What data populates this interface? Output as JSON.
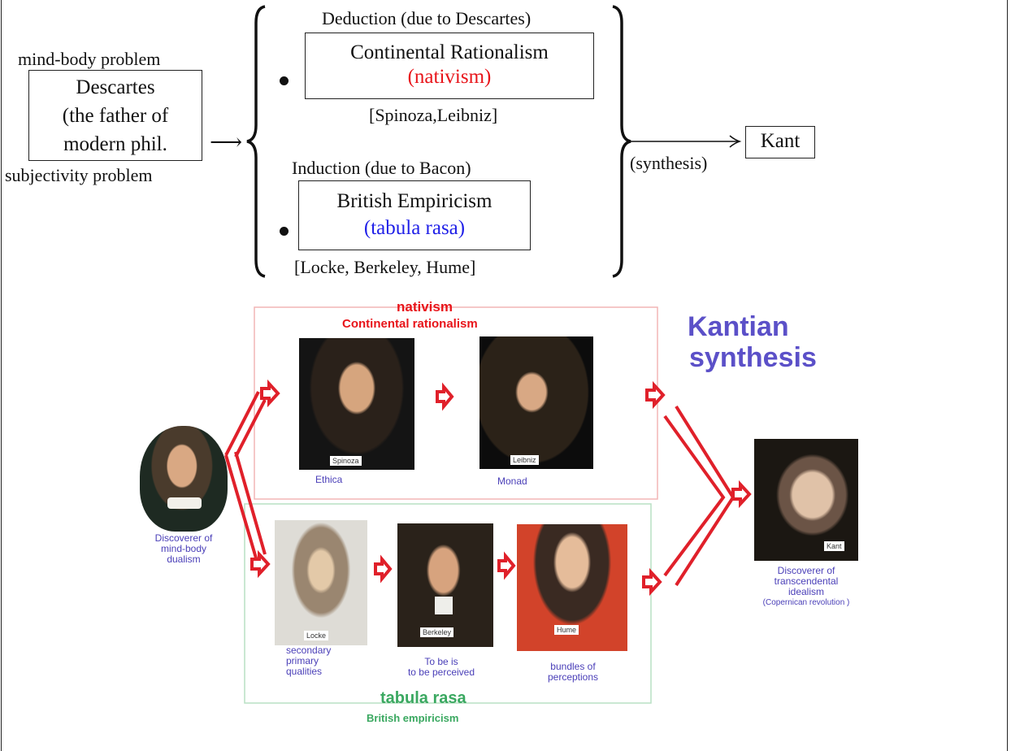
{
  "top": {
    "descartes": {
      "above": "mind-body problem",
      "lines": [
        "Descartes",
        "(the father of",
        "modern phil."
      ],
      "below": "subjectivity problem"
    },
    "arrow_right": "⟶",
    "rationalism": {
      "header": "Deduction (due to Descartes)",
      "title": "Continental Rationalism",
      "sub": "(nativism)",
      "footer": "[Spinoza,Leibniz]"
    },
    "empiricism": {
      "header": "Induction (due to Bacon)",
      "title": "British Empiricism",
      "sub": "(tabula rasa)",
      "footer": "[Locke, Berkeley, Hume]"
    },
    "synthesis_label": "(synthesis)",
    "kant": "Kant"
  },
  "figure": {
    "nativism_title": "nativism",
    "nativism_sub": "Continental rationalism",
    "kantian_title": "Kantian",
    "kantian_sub": "synthesis",
    "tabula_title": "tabula rasa",
    "tabula_sub": "British empiricism",
    "descartes_caption": [
      "Discoverer of",
      "mind-body",
      "dualism"
    ],
    "spinoza": {
      "tag": "Spinoza",
      "caption": "Ethica"
    },
    "leibniz": {
      "tag": "Leibniz",
      "caption": "Monad"
    },
    "locke": {
      "tag": "Locke",
      "caption": [
        "secondary",
        "primary",
        "qualities"
      ]
    },
    "berkeley": {
      "tag": "Berkeley",
      "caption": [
        "To be is",
        "to be perceived"
      ]
    },
    "hume": {
      "tag": "Hume",
      "caption": [
        "bundles of",
        "perceptions"
      ]
    },
    "kant": {
      "tag": "Kant",
      "caption": [
        "Discoverer of",
        "transcendental",
        "idealism",
        "(Copernican revolution )"
      ]
    }
  },
  "colors": {
    "red": "#e8141a",
    "blue": "#1f1fe8",
    "caption": "#4a3fb8",
    "arrow": "#e0202a",
    "kantian": "#5b50c8",
    "tabula": "#3aa860"
  }
}
